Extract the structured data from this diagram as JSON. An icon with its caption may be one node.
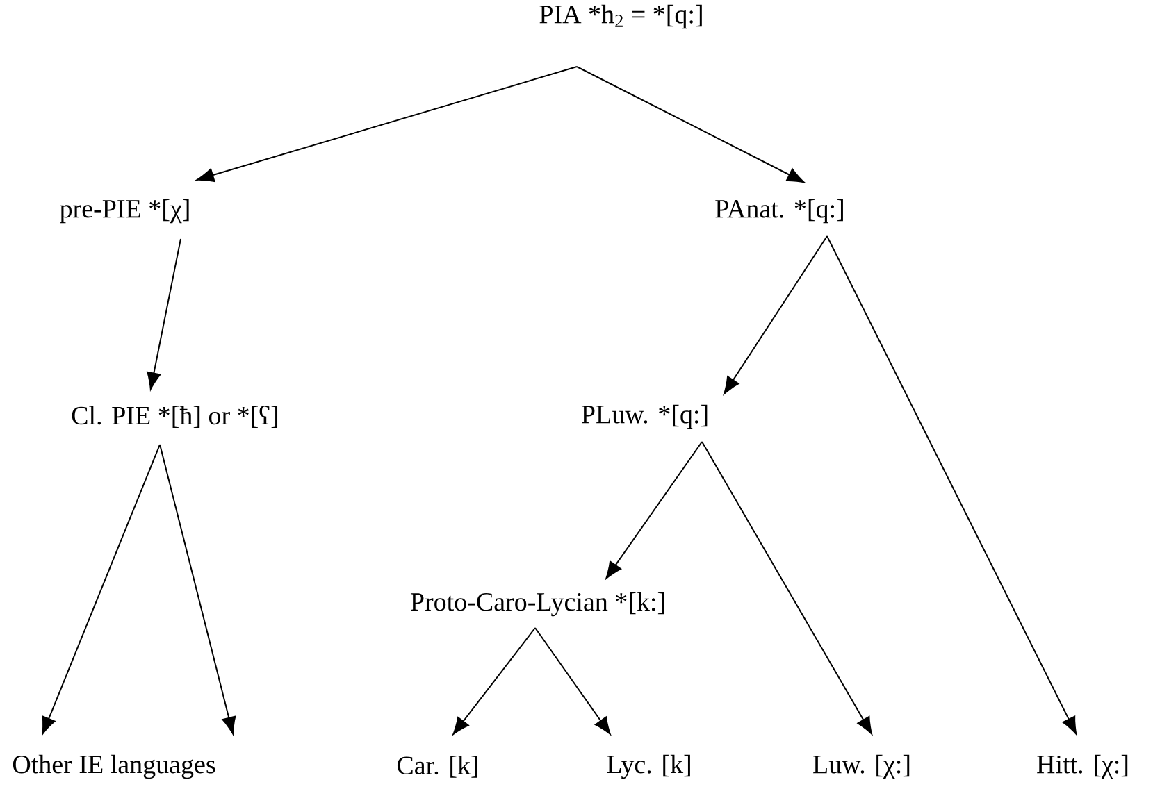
{
  "diagram": {
    "nodes": [
      {
        "text": [
          "PIA *h$_{2}$ = *[q:]"
        ]
      },
      {
        "text": [
          "pre-PIE *[χ]"
        ]
      },
      {
        "text": [
          "PAnat. *[q:]"
        ]
      },
      {
        "text": [
          "Cl. PIE *[ħ] or *[ʕ]"
        ]
      },
      {
        "text": [
          "PLuw. *[q:]"
        ]
      },
      {
        "text": [
          "Proto-Caro-Lycian *[k:]"
        ]
      },
      {
        "text": [
          "Other IE languages"
        ]
      },
      {
        "text": [
          "Car. [k]"
        ]
      },
      {
        "text": [
          "Lyc. [k]"
        ]
      },
      {
        "text": [
          "Luw. [χ:]"
        ]
      },
      {
        "text": [
          "Hitt. [χ:]"
        ]
      }
    ],
    "edges": [
      {
        "from": 0,
        "to": 1,
        "arrow": "to"
      },
      {
        "from": 0,
        "to": 2,
        "arrow": "to"
      },
      {
        "from": 1,
        "to": 3,
        "arrow": "to"
      },
      {
        "from": 2,
        "to": 4,
        "arrow": "to"
      },
      {
        "from": 2,
        "to": 10,
        "arrow": "to"
      },
      {
        "from": 4,
        "to": 5,
        "arrow": "to"
      },
      {
        "from": 4,
        "to": 9,
        "arrow": "to"
      },
      {
        "from": 5,
        "to": 7,
        "arrow": "to"
      },
      {
        "from": 5,
        "to": 8,
        "arrow": "to"
      },
      {
        "from": 3,
        "to": 6,
        "arrow": "to"
      },
      {
        "from": 3,
        "to": 6,
        "arrow": "to"
      }
    ]
  }
}
